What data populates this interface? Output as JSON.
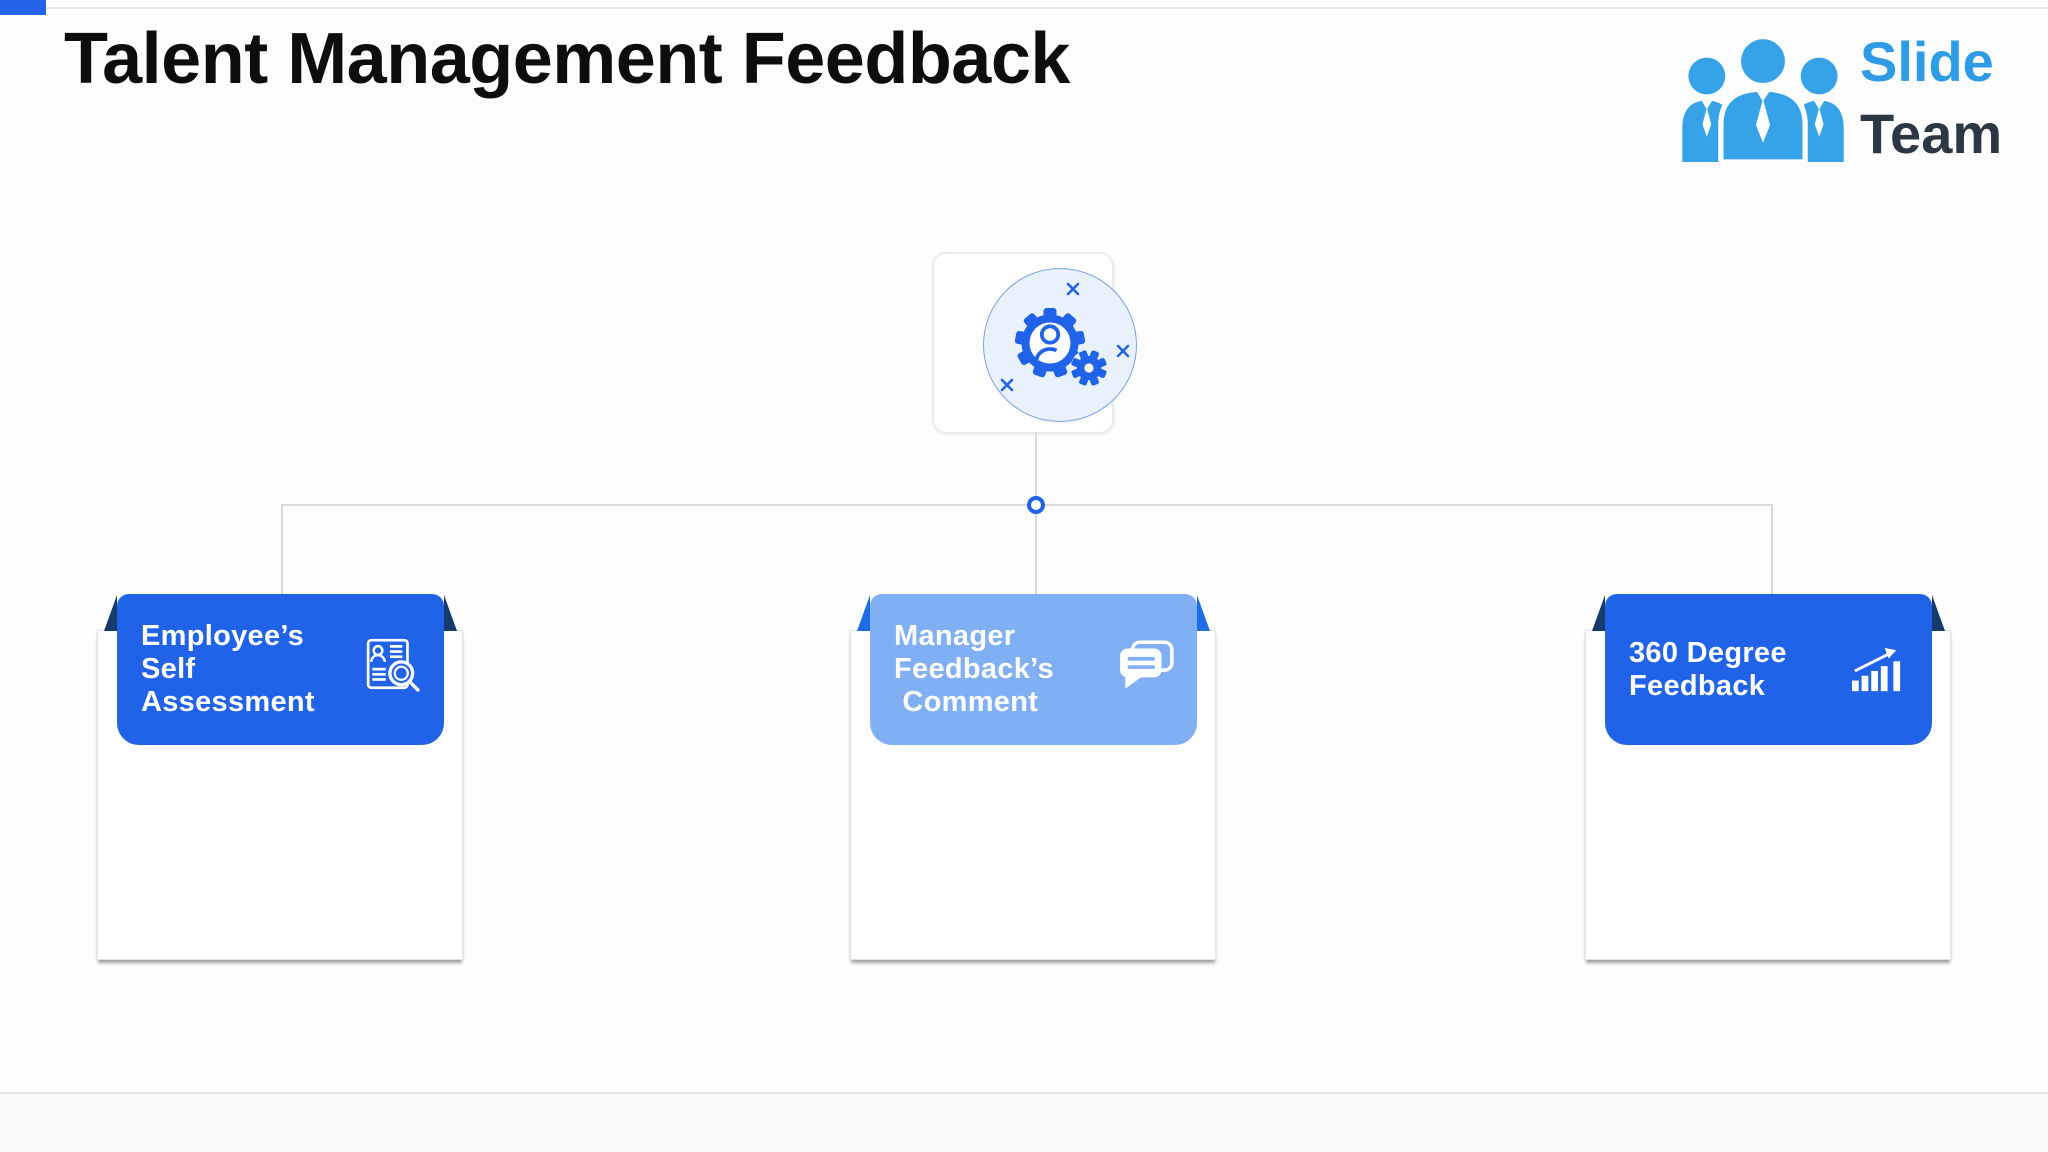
{
  "slide": {
    "title": "Talent Management Feedback",
    "logo": {
      "word1": "Slide",
      "word2": "Team",
      "icon": "team-people-icon"
    }
  },
  "colors": {
    "accent_blue": "#2163e8",
    "topbar_blue": "#2563eb",
    "light_blue_header": "#80aff3",
    "fold_navy": "#163a6a",
    "fold_bright_blue": "#1f6ce9",
    "node_circle_fill": "#e9f1fc",
    "node_circle_border": "#78a3e6",
    "logo_people_blue": "#36a3e9",
    "logo_slide_blue": "#2d9be6",
    "logo_team_dark": "#2c3744"
  },
  "diagram": {
    "root": {
      "icon": "user-settings-gears-icon"
    },
    "cards": [
      {
        "id": "employee-self-assessment",
        "title_lines": [
          "Employee’s",
          "Self",
          "Assessment"
        ],
        "icon": "resume-search-icon",
        "header_color": "#2163e8",
        "fold_color": "#163a6a"
      },
      {
        "id": "manager-feedback-comment",
        "title_lines": [
          "Manager",
          "Feedback’s",
          " Comment"
        ],
        "icon": "chat-comment-icon",
        "header_color": "#80aff3",
        "fold_color": "#1f6ce9"
      },
      {
        "id": "360-degree-feedback",
        "title_lines": [
          "360 Degree",
          "Feedback"
        ],
        "icon": "growth-bar-chart-icon",
        "header_color": "#2163e8",
        "fold_color": "#163a6a"
      }
    ]
  }
}
